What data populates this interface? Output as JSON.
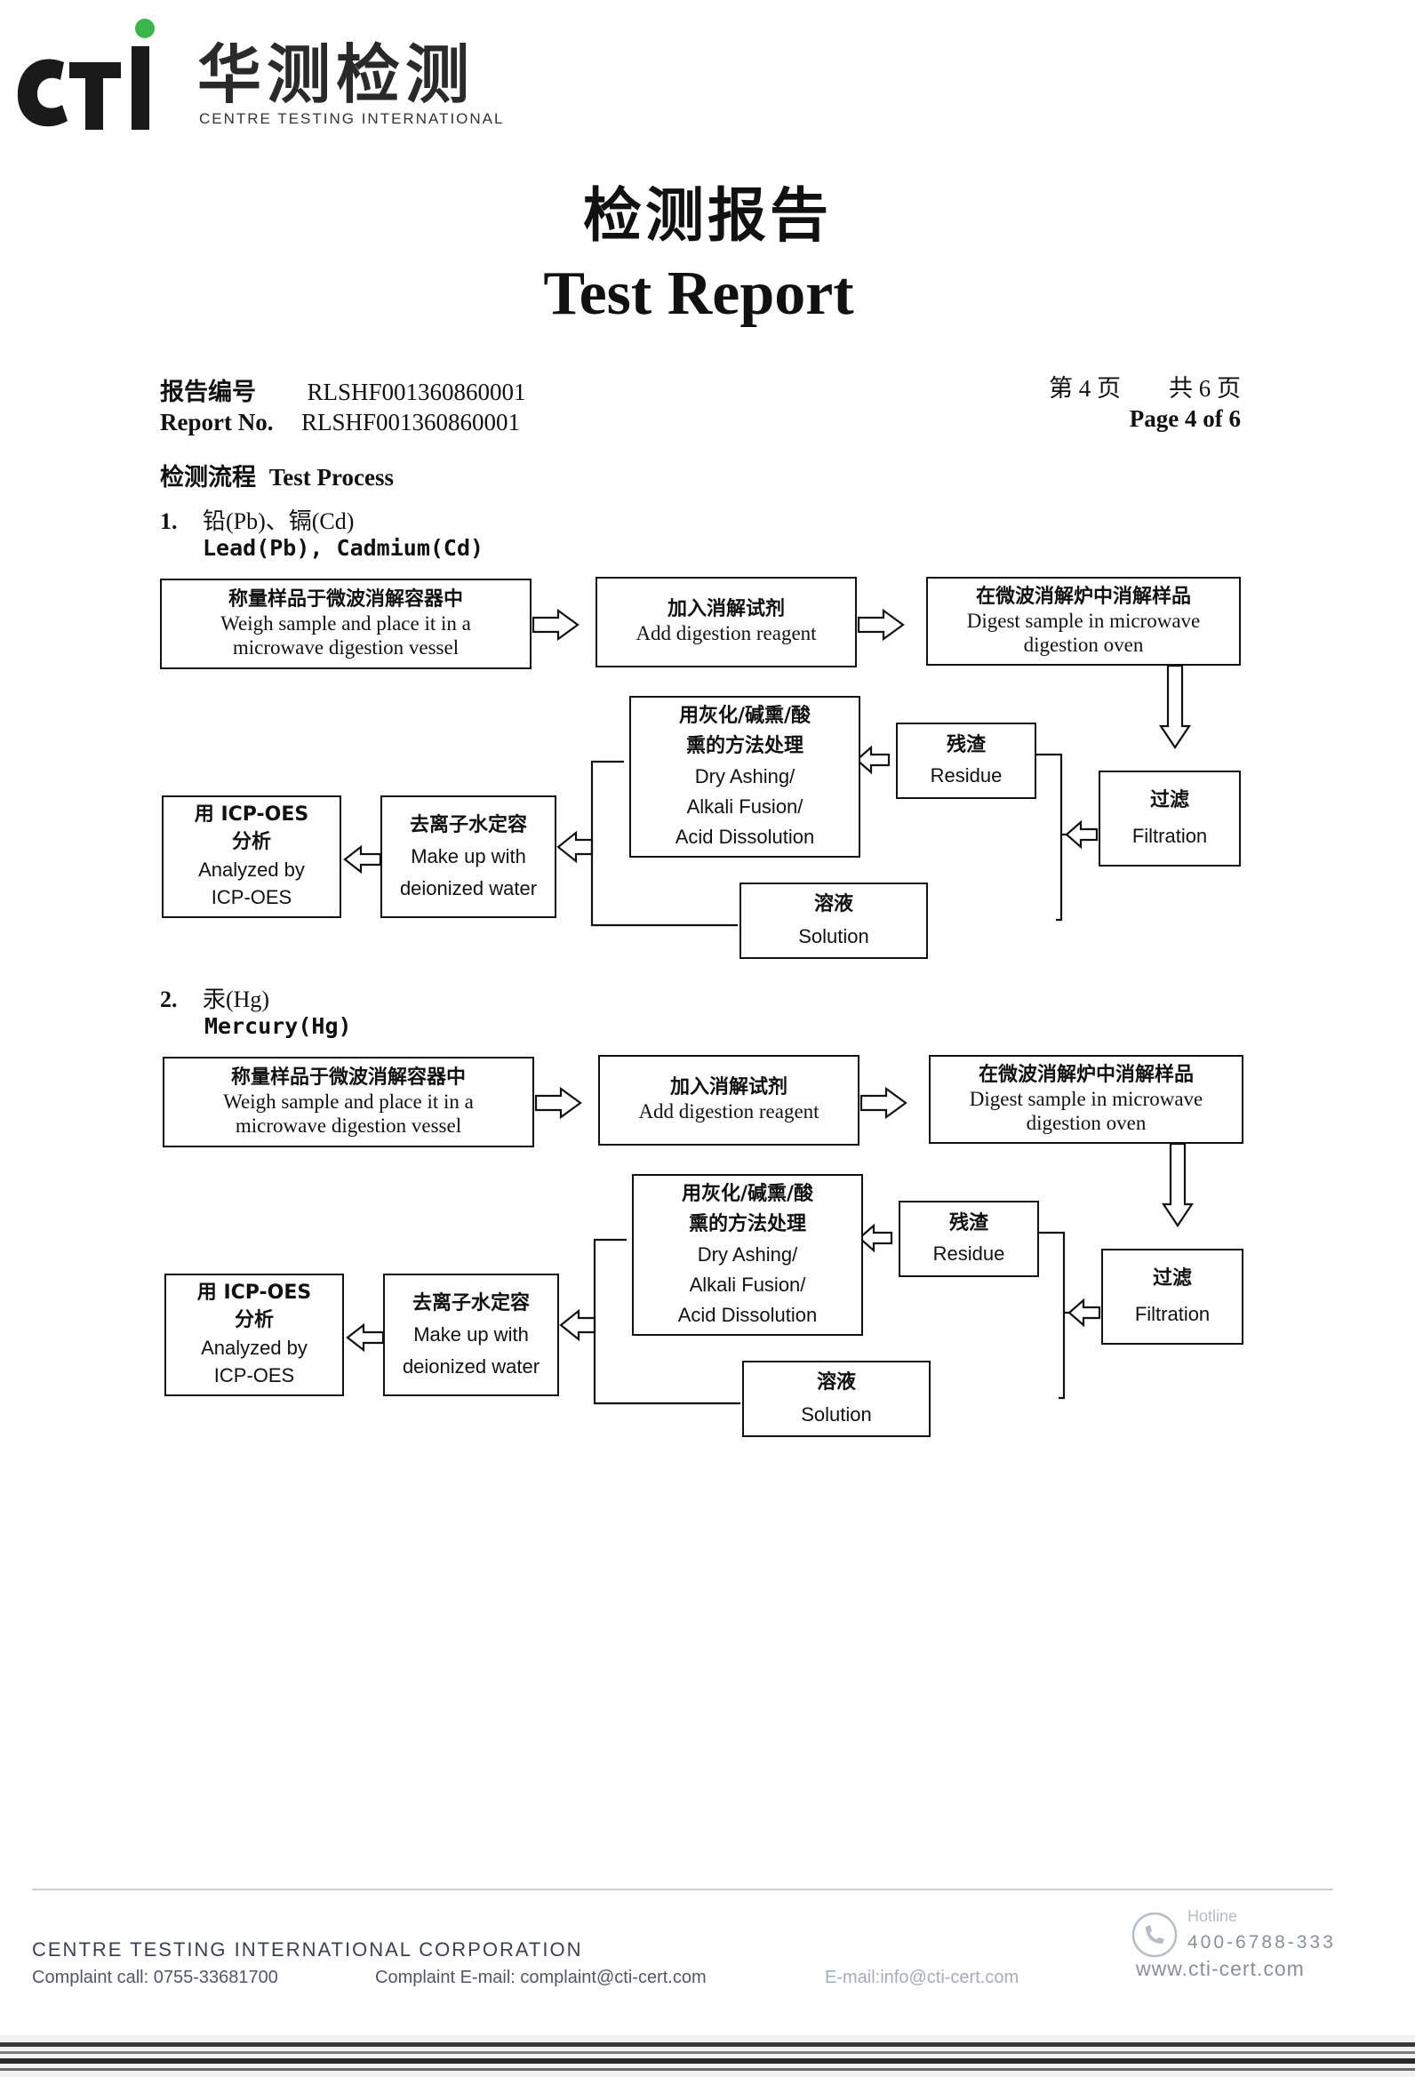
{
  "header": {
    "logo_text": "CTI",
    "logo_cn": "华测检测",
    "logo_en": "CENTRE TESTING INTERNATIONAL",
    "title_cn": "检测报告",
    "title_en": "Test Report"
  },
  "report": {
    "number_label_cn": "报告编号",
    "number_label_en": "Report No.",
    "number": "RLSHF001360860001",
    "page_cn": "第 4 页　　共 6 页",
    "page_en": "Page 4 of 6"
  },
  "section": {
    "title_cn": "检测流程",
    "title_en": "Test Process"
  },
  "flows": [
    {
      "index": "1.",
      "title_cn": "铅(Pb)、镉(Cd)",
      "title_en": "Lead(Pb), Cadmium(Cd)",
      "weigh_cn": "称量样品于微波消解容器中",
      "weigh_en1": "Weigh sample and place it in a",
      "weigh_en2": "microwave digestion vessel",
      "reagent_cn": "加入消解试剂",
      "reagent_en": "Add digestion reagent",
      "digest_cn": "在微波消解炉中消解样品",
      "digest_en1": "Digest sample in microwave",
      "digest_en2": "digestion oven",
      "filter_cn": "过滤",
      "filter_en": "Filtration",
      "residue_cn": "残渣",
      "residue_en": "Residue",
      "ash_cn1": "用灰化/碱熏/酸",
      "ash_cn2": "熏的方法处理",
      "ash_en1": "Dry Ashing/",
      "ash_en2": "Alkali Fusion/",
      "ash_en3": "Acid Dissolution",
      "solution_cn": "溶液",
      "solution_en": "Solution",
      "makeup_cn": "去离子水定容",
      "makeup_en1": "Make up with",
      "makeup_en2": "deionized water",
      "icp_cn1": "用 ICP-OES",
      "icp_cn2": "分析",
      "icp_en1": "Analyzed by",
      "icp_en2": "ICP-OES"
    },
    {
      "index": "2.",
      "title_cn": "汞(Hg)",
      "title_en": "Mercury(Hg)",
      "weigh_cn": "称量样品于微波消解容器中",
      "weigh_en1": "Weigh sample and place it in a",
      "weigh_en2": "microwave digestion vessel",
      "reagent_cn": "加入消解试剂",
      "reagent_en": "Add digestion reagent",
      "digest_cn": "在微波消解炉中消解样品",
      "digest_en1": "Digest sample in microwave",
      "digest_en2": "digestion oven",
      "filter_cn": "过滤",
      "filter_en": "Filtration",
      "residue_cn": "残渣",
      "residue_en": "Residue",
      "ash_cn1": "用灰化/碱熏/酸",
      "ash_cn2": "熏的方法处理",
      "ash_en1": "Dry Ashing/",
      "ash_en2": "Alkali Fusion/",
      "ash_en3": "Acid Dissolution",
      "solution_cn": "溶液",
      "solution_en": "Solution",
      "makeup_cn": "去离子水定容",
      "makeup_en1": "Make up with",
      "makeup_en2": "deionized water",
      "icp_cn1": "用 ICP-OES",
      "icp_cn2": "分析",
      "icp_en1": "Analyzed by",
      "icp_en2": "ICP-OES"
    }
  ],
  "footer": {
    "corp": "CENTRE TESTING INTERNATIONAL CORPORATION",
    "complaint_call": "Complaint call: 0755-33681700",
    "complaint_email": "Complaint E-mail: complaint@cti-cert.com",
    "email": "E-mail:info@cti-cert.com",
    "hotline_label": "Hotline",
    "hotline": "400-6788-333",
    "website": "www.cti-cert.com"
  },
  "colors": {
    "logo_green": "#39b54a",
    "logo_dark": "#1a1a1a",
    "text": "#111111",
    "footer": "#3b4150"
  }
}
